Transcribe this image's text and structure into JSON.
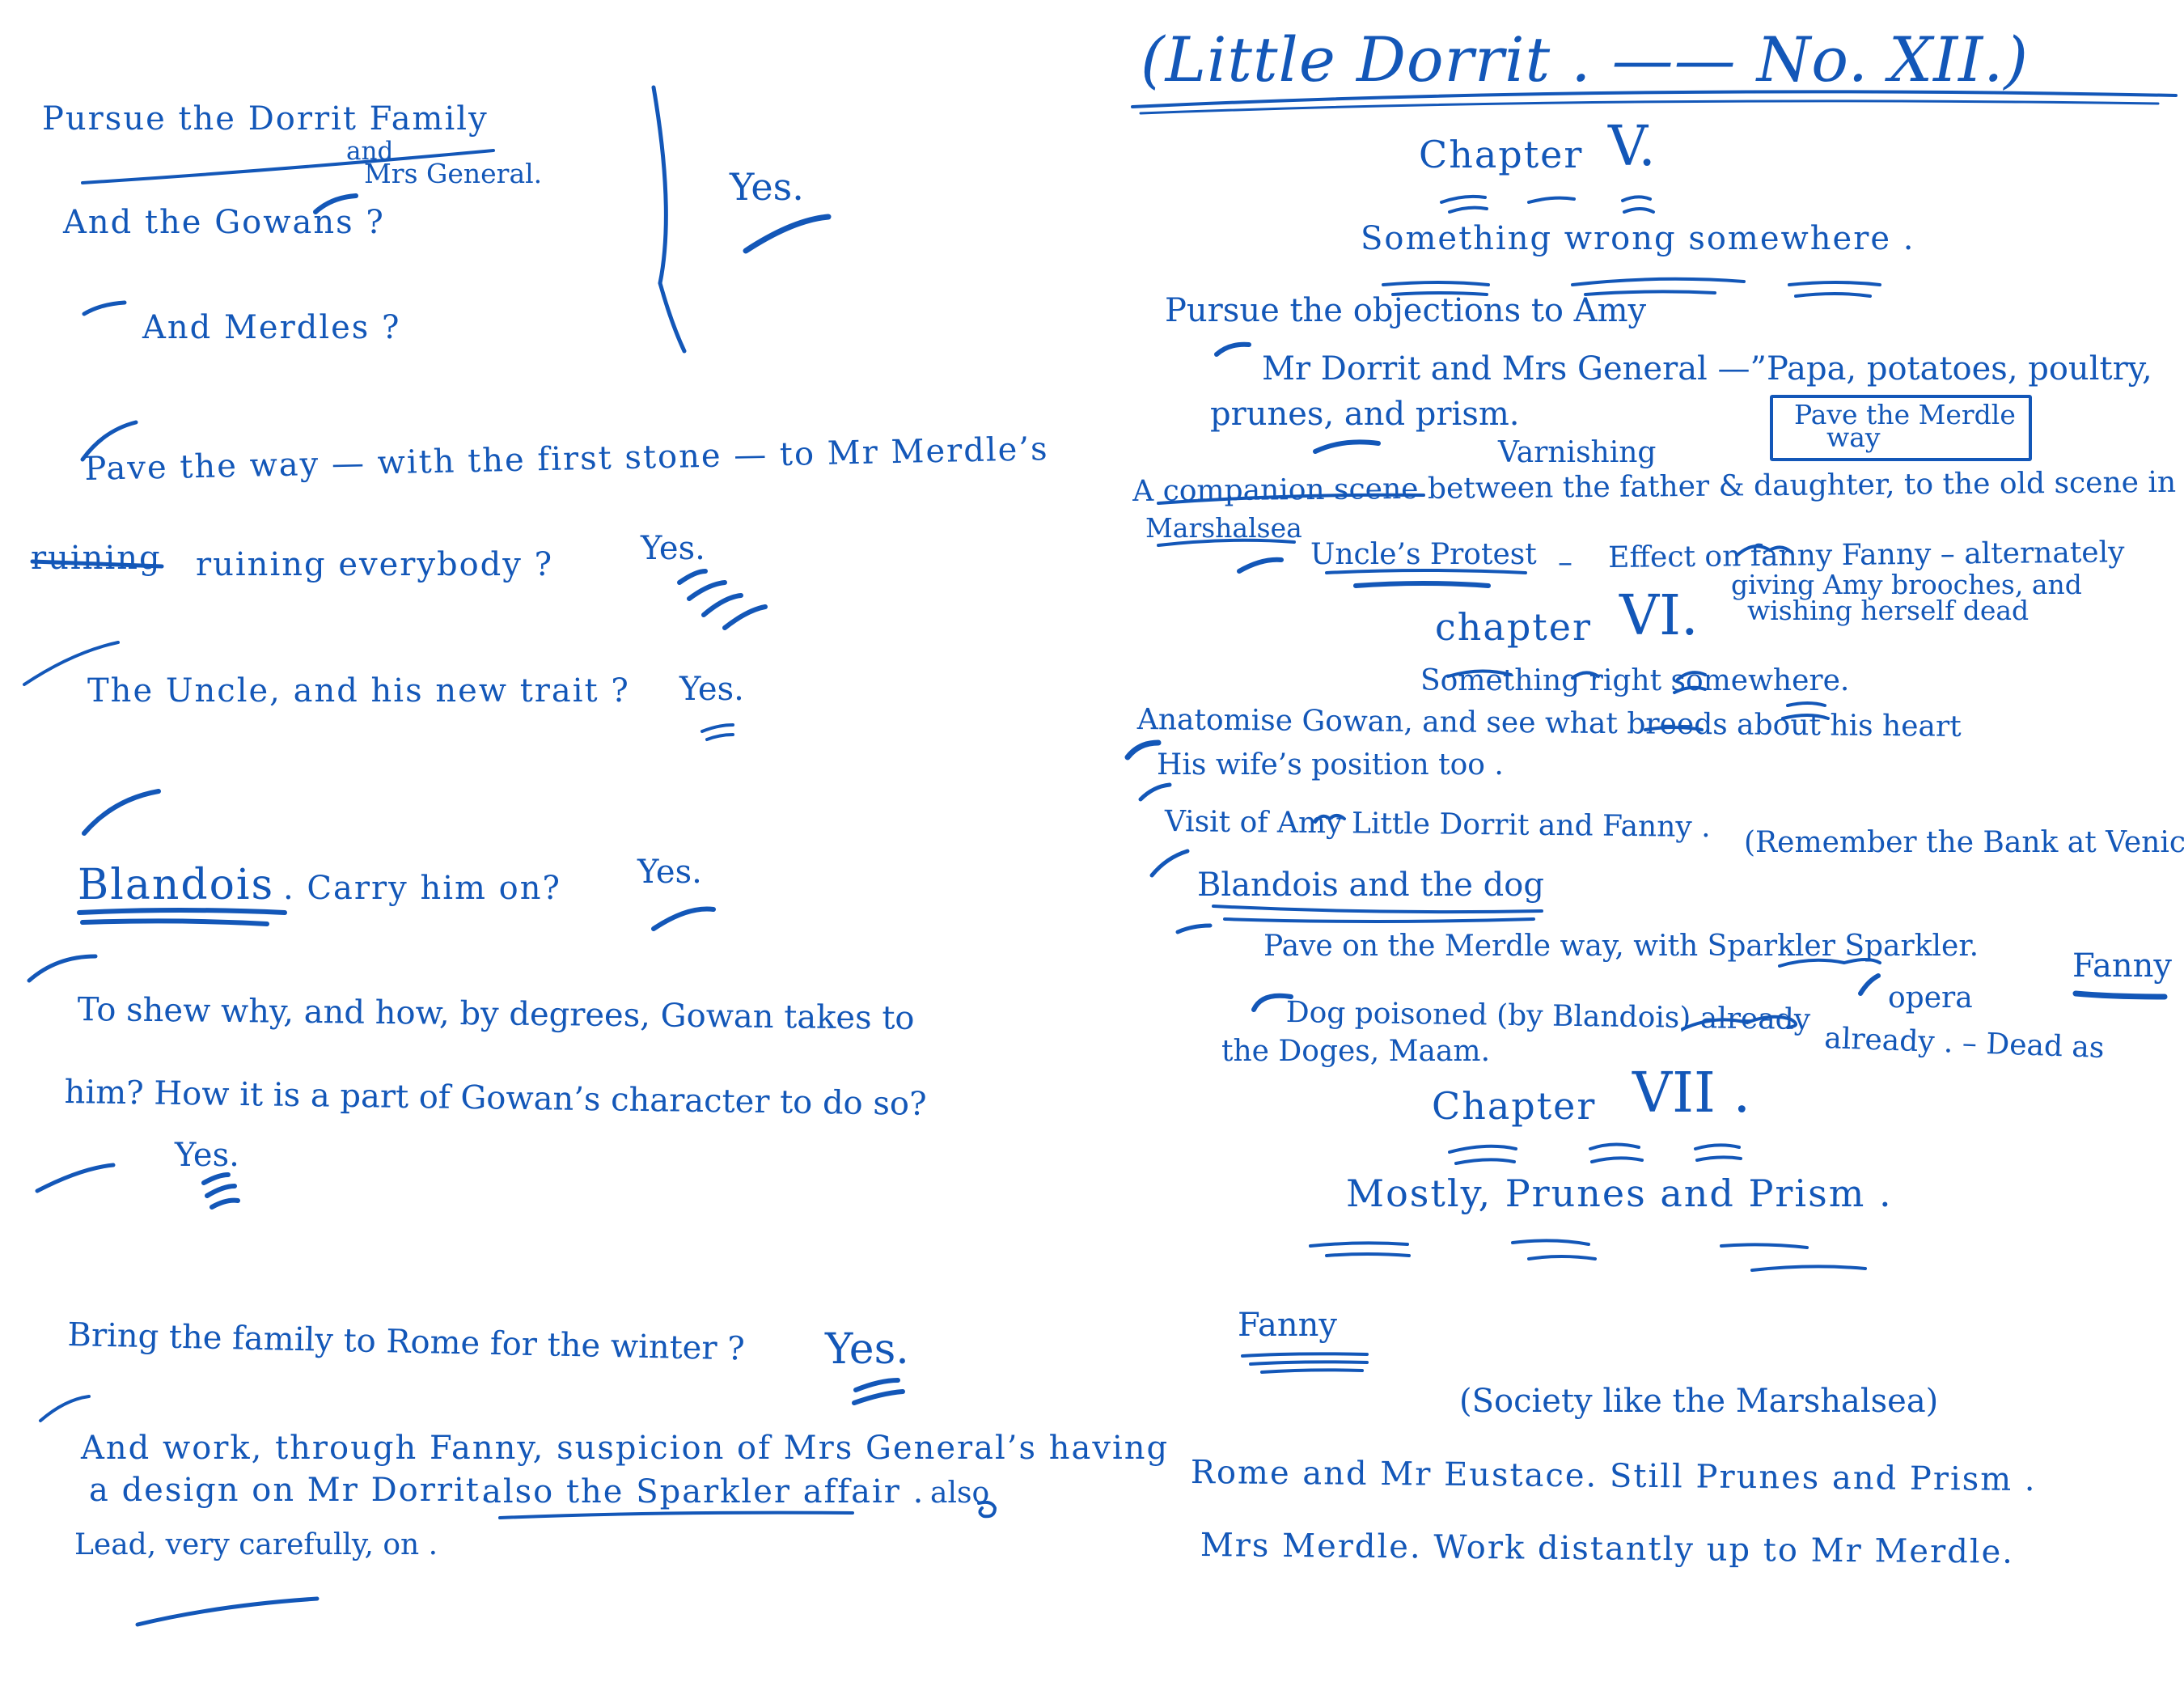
{
  "colors": {
    "ink": "#1357b8",
    "faint": "#a9c3ea",
    "paper": "#ffffff"
  },
  "left": {
    "l1": "Pursue the Dorrit Family",
    "l1_and": "and",
    "l1_mrs": "Mrs General.",
    "l2": "And the Gowans ?",
    "l3": "And Merdles ?",
    "yes1": "Yes.",
    "l4": "Pave the way  — with the first stone — to Mr Merdle’s",
    "l5a": "ruining",
    "l5b": "ruining everybody  ?",
    "yes2": "Yes.",
    "l6": "The Uncle, and his new trait   ?",
    "yes3": "Yes.",
    "blandois": "Blandois",
    "l7": ". Carry him on?",
    "yes4": "Yes.",
    "l8": "To shew why, and how, by degrees, Gowan takes to",
    "l9": "him?  How it is a part of Gowan’s character to do so?",
    "yes5": "Yes.",
    "l10": "Bring the family to Rome for the winter  ?",
    "yes6": "Yes.",
    "l11": "And work, through Fanny, suspicion of Mrs General’s having",
    "l12": "a design on Mr Dorrit.",
    "l12b": "also the Sparkler affair .",
    "also": "also",
    "l13": "Lead, very carefully, on ."
  },
  "right": {
    "heading": "(Little Dorrit . —— No. XII.)",
    "ch5_label": "Chapter",
    "ch5_num": "V.",
    "ch5_title": "Something wrong somewhere .",
    "r1": "Pursue the objections to Amy",
    "r2": "Mr Dorrit and Mrs General —”Papa, potatoes, poultry,",
    "r3": "prunes, and prism.",
    "box": "Pave the Merdle",
    "box2": "way",
    "varnishing": "Varnishing",
    "r4": "A companion scene between the father & daughter,  to the old scene in the",
    "r5": "Marshalsea",
    "r6a": "Uncle’s Protest",
    "r6b": "–",
    "r6c": "Effect on fanny  Fanny – alternately",
    "r6d": "giving Amy brooches, and",
    "r6e": "wishing herself dead",
    "ch6_label": "chapter",
    "ch6_num": "VI.",
    "ch6_title": "Something  right  somewhere.",
    "r7": "Anatomise Gowan, and see what breeds  about his heart",
    "r8": "His wife’s position too .",
    "r9": "Visit of Amy Little Dorrit and Fanny .",
    "r9b": "(Remember the Bank at Venice)",
    "r10": "Blandois and the dog",
    "r11": "Pave on the Merdle way, with Sparkler  Sparkler.",
    "r11b": "Fanny",
    "r11c": "opera",
    "r12": "Dog poisoned (by Blandois) already",
    "r12b": "already . – Dead as",
    "r13": "the Doges, Maam.",
    "ch7_label": "Chapter",
    "ch7_num": "VII .",
    "ch7_title": "Mostly, Prunes and Prism .",
    "fanny": "Fanny",
    "r14": "(Society like the Marshalsea)",
    "r15": "Rome and Mr Eustace. Still Prunes and Prism .",
    "r16": "Mrs Merdle. Work distantly up to Mr Merdle."
  }
}
